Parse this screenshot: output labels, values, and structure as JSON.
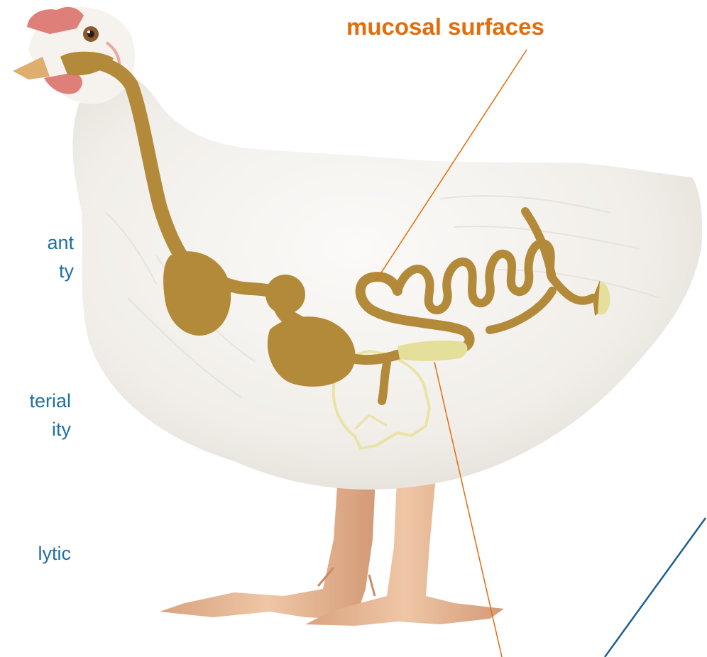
{
  "diagram": {
    "callout_label": "mucosal surfaces",
    "side_texts": [
      "ant\nty",
      "terial\nity",
      "lytic"
    ]
  },
  "colors": {
    "callout_orange": "#e46c0a",
    "side_blue": "#1f6fa3",
    "tract_gold": "#b38a3a",
    "tract_pale": "#e4df9a",
    "outline_pale": "#e9e3a6",
    "bird_white": "#f4f1ec",
    "leg_peach": "#e8b895",
    "comb_red": "#df7f79",
    "beak_tan": "#ddae6d",
    "diagonal_blue": "#1f5f91"
  },
  "icons": [
    "chicken-illustration",
    "digestive-tract-diagram"
  ]
}
